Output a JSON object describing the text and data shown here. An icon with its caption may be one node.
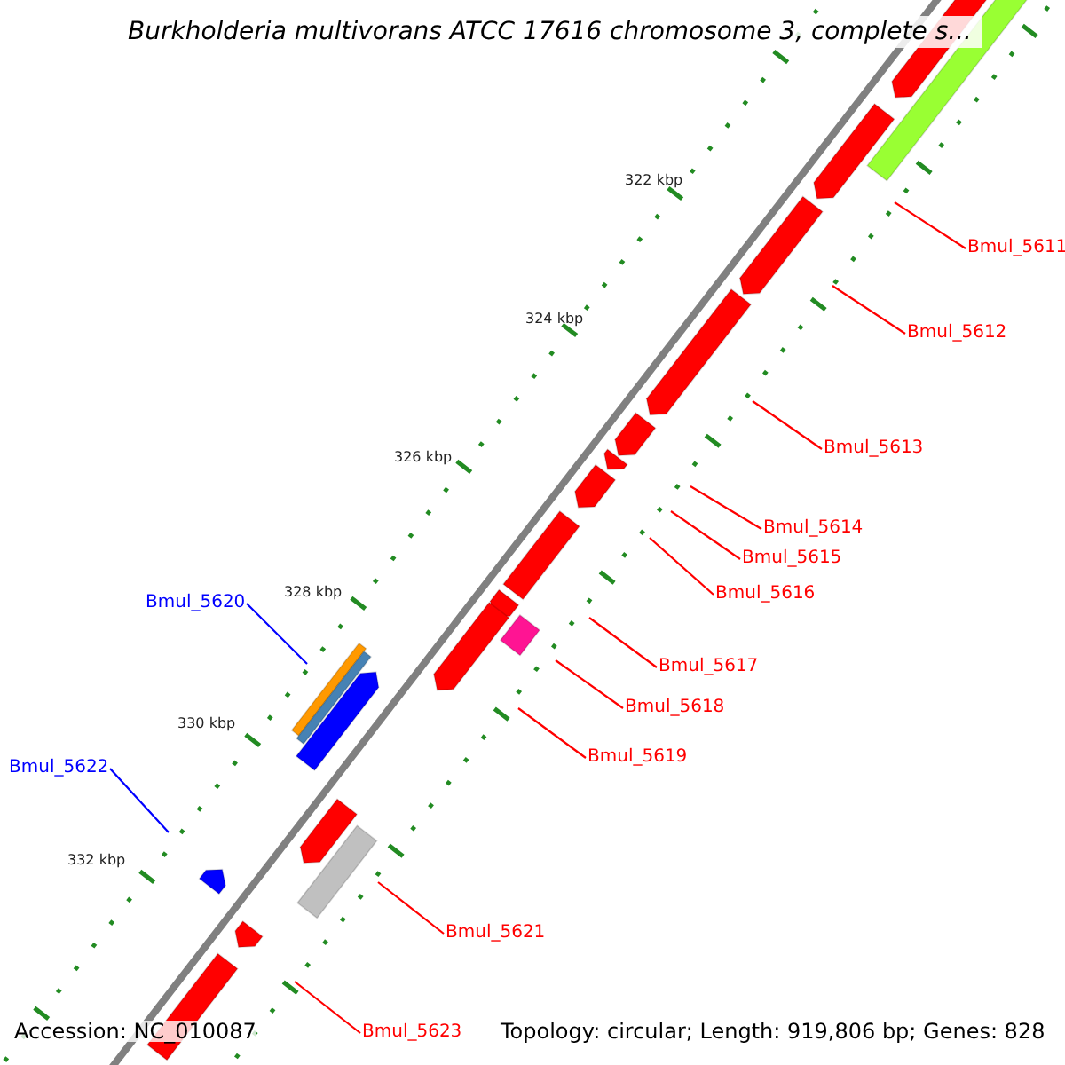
{
  "diagram": {
    "title": "Burkholderia multivorans ATCC 17616 chromosome 3, complete s...",
    "nodes": [
      {
        "text": [
          "Bmul_5611"
        ]
      },
      {
        "text": [
          "Bmul_5612"
        ]
      },
      {
        "text": [
          "Bmul_5613"
        ]
      },
      {
        "text": [
          "Bmul_5614"
        ]
      },
      {
        "text": [
          "Bmul_5615"
        ]
      },
      {
        "text": [
          "Bmul_5616"
        ]
      },
      {
        "text": [
          "Bmul_5620"
        ]
      },
      {
        "text": [
          "Bmul_5617"
        ]
      },
      {
        "text": [
          "Bmul_5618"
        ]
      },
      {
        "text": [
          "Bmul_5619"
        ]
      },
      {
        "text": [
          "Bmul_5622"
        ]
      },
      {
        "text": [
          "Bmul_5621"
        ]
      },
      {
        "text": [
          "Bmul_5623"
        ]
      }
    ],
    "edges": [
      {
        "from": 0,
        "to": null,
        "arrow": "none"
      },
      {
        "from": 1,
        "to": null,
        "arrow": "none"
      },
      {
        "from": 2,
        "to": null,
        "arrow": "none"
      },
      {
        "from": 3,
        "to": null,
        "arrow": "none"
      },
      {
        "from": 4,
        "to": null,
        "arrow": "none"
      },
      {
        "from": 5,
        "to": null,
        "arrow": "none"
      },
      {
        "from": 6,
        "to": null,
        "arrow": "none",
        "color": "#0000ff"
      },
      {
        "from": 7,
        "to": null,
        "arrow": "none"
      },
      {
        "from": 8,
        "to": null,
        "arrow": "none"
      },
      {
        "from": 9,
        "to": null,
        "arrow": "none"
      },
      {
        "from": 10,
        "to": null,
        "arrow": "none",
        "color": "#0000ff"
      },
      {
        "from": 11,
        "to": null,
        "arrow": "none"
      },
      {
        "from": 12,
        "to": null,
        "arrow": "none"
      }
    ],
    "labels": [
      "322 kbp",
      "324 kbp",
      "326 kbp",
      "328 kbp",
      "330 kbp",
      "332 kbp",
      "Accession: NC_010087",
      "Topology: circular; Length: 919,806 bp; Genes: 828"
    ]
  }
}
